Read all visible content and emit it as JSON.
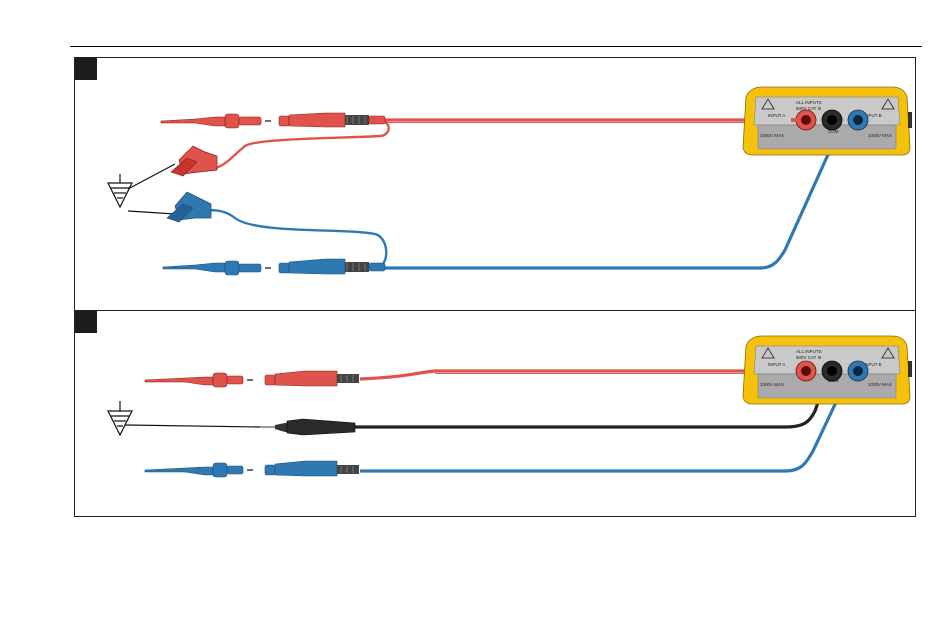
{
  "panels": [
    {
      "id": "A",
      "marker_label": ""
    },
    {
      "id": "B",
      "marker_label": ""
    }
  ],
  "colors": {
    "red_lead": "#e0524c",
    "blue_lead": "#2f79b3",
    "black_lead": "#222222",
    "housing_yellow": "#f4c20d",
    "panel_grey": "#c9c9c9"
  },
  "meter": {
    "input_a": "INPUT A",
    "com": "COM",
    "input_b": "INPUT B",
    "all_inputs": "ALL INPUTS",
    "rating": "600V CAT III",
    "max_a": "1000V MAX",
    "max_b": "1000V MAX"
  },
  "icons": [
    "ground-symbol-icon",
    "warning-triangle-icon"
  ]
}
